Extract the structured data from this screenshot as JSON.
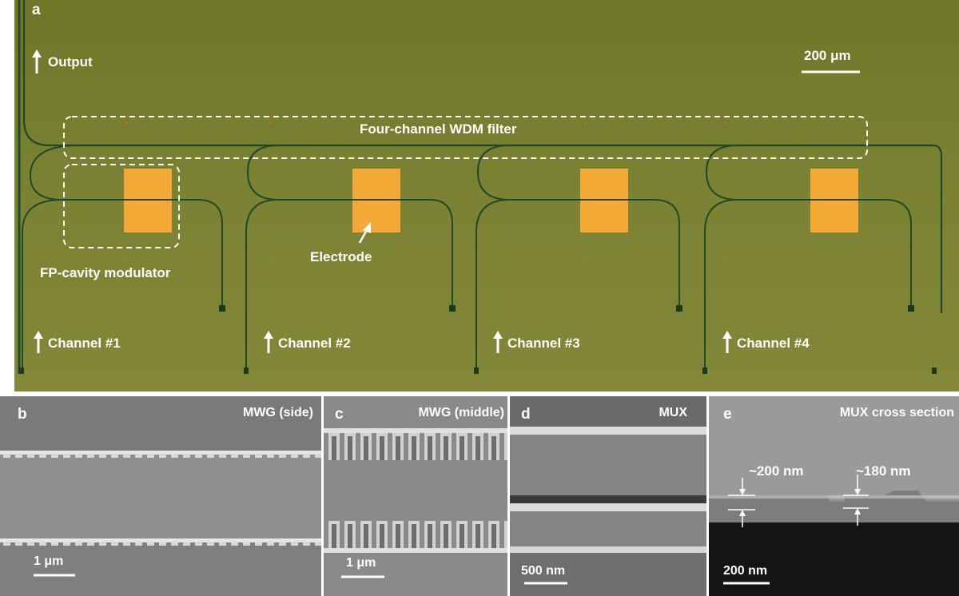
{
  "panel_a": {
    "letter": "a",
    "output": "Output",
    "scale_bar": "200 μm",
    "wdm_filter": "Four-channel WDM filter",
    "fp_modulator": "FP-cavity modulator",
    "electrode": "Electrode",
    "channels": [
      "Channel #1",
      "Channel #2",
      "Channel #3",
      "Channel #4"
    ]
  },
  "panel_b": {
    "letter": "b",
    "title": "MWG (side)",
    "scale_bar": "1 μm"
  },
  "panel_c": {
    "letter": "c",
    "title": "MWG (middle)",
    "scale_bar": "1 μm"
  },
  "panel_d": {
    "letter": "d",
    "title": "MUX",
    "scale_bar": "500 nm"
  },
  "panel_e": {
    "letter": "e",
    "title": "MUX cross section",
    "dim1": "~200 nm",
    "dim2": "~180 nm",
    "scale_bar": "200 nm"
  },
  "colors": {
    "chip_background": "#7a7f2e",
    "electrode": "#f2a935",
    "waveguide": "#1f4a2a",
    "sem_gray": "#8a8a8a"
  }
}
